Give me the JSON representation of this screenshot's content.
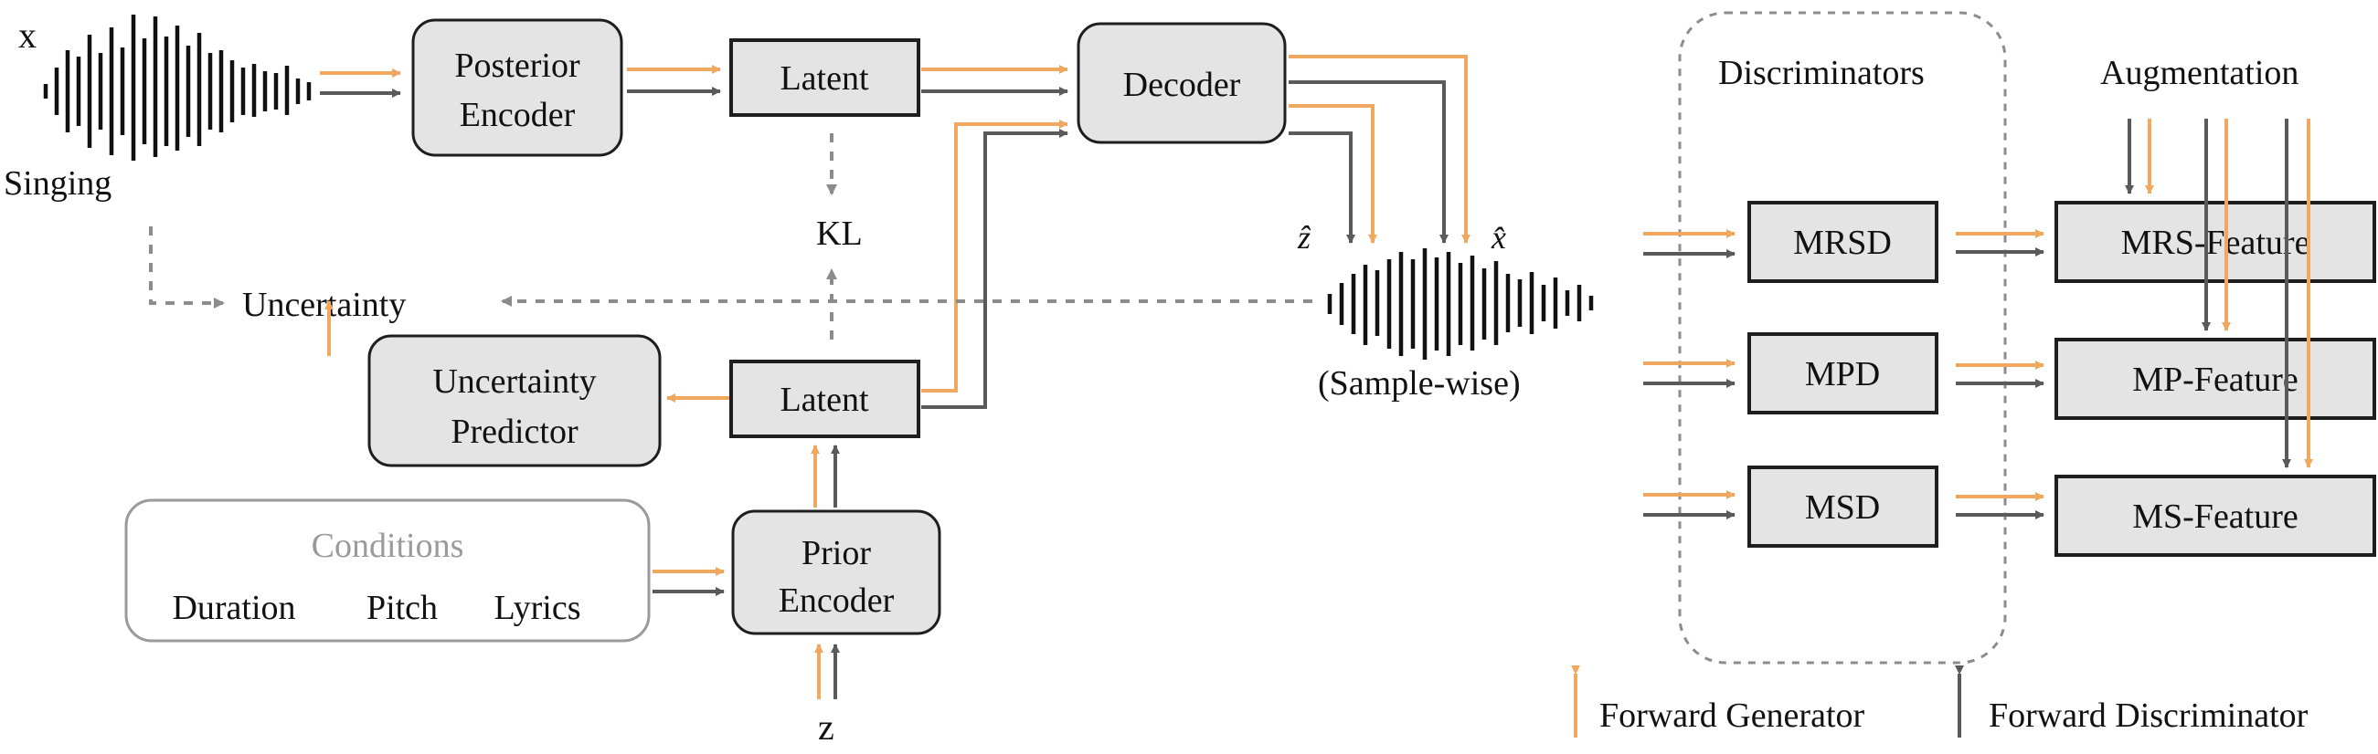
{
  "colors": {
    "generator": "#F0A860",
    "discriminator": "#5A5A5A",
    "box_fill": "#E4E4E4",
    "box_stroke": "#1E1E1E",
    "dashed": "#8C8C8C",
    "conditions_stroke": "#9A9A9A"
  },
  "labels": {
    "x": "x",
    "singing": "Singing",
    "z": "z",
    "kl": "KL",
    "uncertainty": "Uncertainty",
    "z_hat": "ẑ",
    "x_hat": "x̂",
    "sample_wise": "(Sample-wise)",
    "discriminators": "Discriminators",
    "augmentation": "Augmentation"
  },
  "boxes": {
    "posterior_encoder": [
      "Posterior",
      "Encoder"
    ],
    "latent_top": "Latent",
    "decoder": "Decoder",
    "latent_bottom": "Latent",
    "uncertainty_predictor": [
      "Uncertainty",
      "Predictor"
    ],
    "prior_encoder": [
      "Prior",
      "Encoder"
    ],
    "mrsd": "MRSD",
    "mpd": "MPD",
    "msd": "MSD",
    "mrs_feature": "MRS-Feature",
    "mp_feature": "MP-Feature",
    "ms_feature": "MS-Feature"
  },
  "conditions": {
    "title": "Conditions",
    "items": [
      "Duration",
      "Pitch",
      "Lyrics"
    ]
  },
  "legend": {
    "generator": "Forward Generator",
    "discriminator": "Forward Discriminator"
  }
}
